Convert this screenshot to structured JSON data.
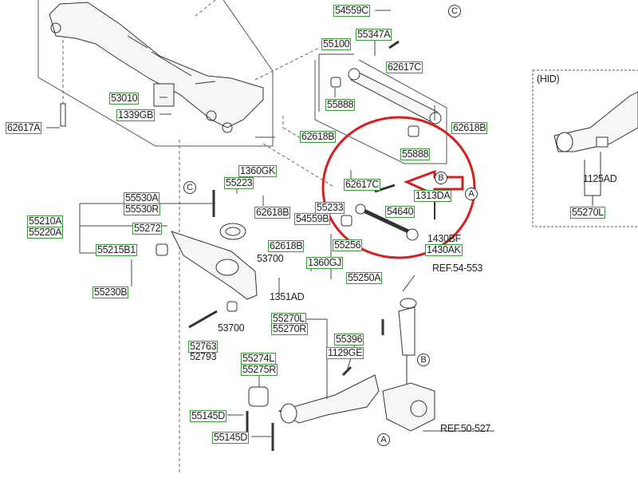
{
  "diagram": {
    "labels": {
      "p54559C": "54559C",
      "p55100": "55100",
      "p55347A": "55347A",
      "p62617C_a": "62617C",
      "p55888_a": "55888",
      "p62618B_r": "62618B",
      "p55888_b": "55888",
      "p62618B_m": "62618B",
      "p62617C_b": "62617C",
      "p1313DA": "1313DA",
      "p54640": "54640",
      "p55233": "55233",
      "p54559B": "54559B",
      "p55256": "55256",
      "p62618B_l": "62618B",
      "p1360GJ": "1360GJ",
      "p55250A": "55250A",
      "p1430BF": "1430BF",
      "p1430AK": "1430AK",
      "p53700_a": "53700",
      "p1351AD": "1351AD",
      "ref54553": "REF.54-553",
      "p53010": "53010",
      "p1339GB": "1339GB",
      "p62617A": "62617A",
      "p1360GK": "1360GK",
      "p55223": "55223",
      "p55530A": "55530A",
      "p55530R": "55530R",
      "p62618B_s": "62618B",
      "p55210A": "55210A",
      "p55220A": "55220A",
      "p55272": "55272",
      "p55215B1": "55215B1",
      "p55230B": "55230B",
      "p53700_b": "53700",
      "p52763": "52763",
      "p52793": "52793",
      "p55270L": "55270L",
      "p55270R": "55270R",
      "p55396": "55396",
      "p1129GE": "1129GE",
      "p55274L": "55274L",
      "p55275R": "55275R",
      "p55145D_a": "55145D",
      "p55145D_b": "55145D",
      "ref50527": "REF.50-527"
    },
    "markers": {
      "a": "A",
      "b": "B",
      "c": "C"
    },
    "hid_box": {
      "title": "(HID)",
      "p1125AD": "1125AD",
      "p55270L": "55270L"
    },
    "highlight_color": "#d42020",
    "label_border_color": "#3a9a3a"
  }
}
